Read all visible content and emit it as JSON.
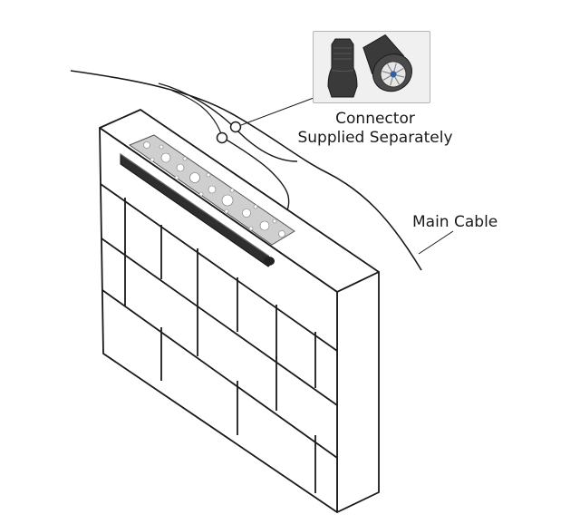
{
  "labels": {
    "connector_line1": "Connector",
    "connector_line2": "Supplied Separately",
    "main_cable": "Main Cable"
  },
  "colors": {
    "outline": "#1a1a1a",
    "wall_fill": "#ffffff",
    "mounting_strip": "#cfcfcf",
    "fixture_body": "#2e2e2e",
    "inset_background": "#f0f0f0",
    "connector_color": "#3a3a3a"
  }
}
